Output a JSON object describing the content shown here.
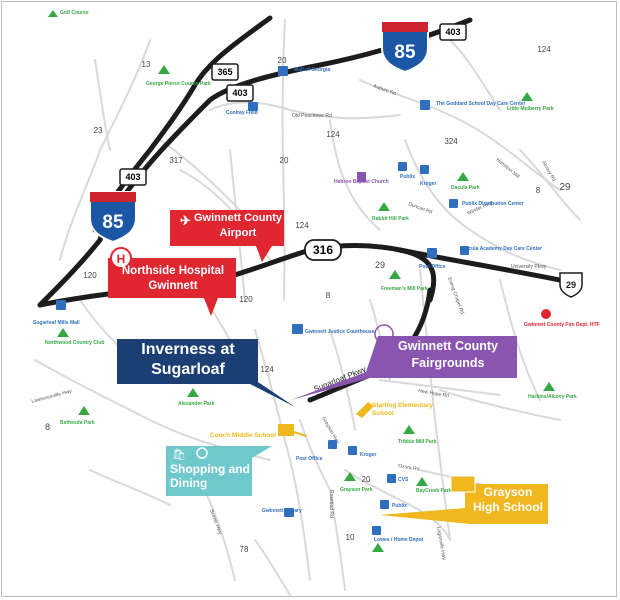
{
  "highways": {
    "i85_top": {
      "label": "85"
    },
    "i85_left": {
      "label": "85"
    },
    "us29": {
      "label": "29"
    },
    "shields": [
      {
        "id": "403-top",
        "label": "403"
      },
      {
        "id": "365",
        "label": "365"
      },
      {
        "id": "403-mid",
        "label": "403"
      },
      {
        "id": "403-left",
        "label": "403"
      },
      {
        "id": "316",
        "label": "316"
      }
    ]
  },
  "route_numbers": [
    "13",
    "23",
    "20",
    "20",
    "124",
    "124",
    "124",
    "317",
    "8",
    "8",
    "29",
    "120",
    "120",
    "20",
    "10",
    "78",
    "324",
    "124"
  ],
  "street_labels": [
    "Old Peachtree Rd",
    "Auburn Rd",
    "Hamilton Mill",
    "Sugarloaf Pkwy",
    "University Pkwy",
    "Ewing Chapel Rd",
    "New Hope Rd",
    "Lawrenceville Hwy",
    "Scenic Hwy",
    "Grayson Hwy",
    "Rosebud Rd",
    "Loganville Hwy",
    "Ozora Rd",
    "Winder Hwy",
    "Alcovy Rd",
    "Duncan Rd"
  ],
  "landmarks": {
    "golf_course": "Golf Course",
    "george_pierce": "George Pierce County Park",
    "mall_of_georgia": "Mall of Georgia",
    "coolray_field": "Coolray Field",
    "goddard": "The Goddard School Day Care Center",
    "little_mulberry": "Little Mulberry Park",
    "hebron_church": "Hebron Baptist Church",
    "publix_top": "Publix",
    "kroger_top": "Kroger",
    "dacula_park": "Dacula Park",
    "publix_distribution": "Publix Distribution Center",
    "rabbit_hill": "Rabbit Hill Park",
    "post_office_top": "Post Office",
    "dacula_academy": "Dacula Academy Day Care Center",
    "freemans_mill": "Freeman's Mill Park",
    "sugarloaf_mills": "Sugarloaf Mills Mall",
    "northwood": "Northwood Country Club",
    "justice_courthouse": "Gwinnett Justice Courthouse",
    "fire_dept": "Gwinnett County Fire Dept. HTF",
    "harbins": "Harbins/Alcovy Park",
    "alexander_park": "Alexander Park",
    "bethesda_park": "Bethesda Park",
    "tribble_mill": "Tribble Mill Park",
    "post_office_mid": "Post Office",
    "kroger_mid": "Kroger",
    "cvs": "CVS",
    "baycreek": "BayCreek Park",
    "grayson_park": "Grayson Park",
    "publix_bottom": "Publix",
    "gwinnett_library": "Gwinnett Library",
    "lowes": "Lowes / Home Depot"
  },
  "callouts": {
    "airport": "Gwinnett County Airport",
    "hospital": "Northside Hospital Gwinnett",
    "inverness": "Inverness at Sugarloaf",
    "fairgrounds": "Gwinnett County Fairgrounds",
    "starling": "Starling Elementary School",
    "couch": "Couch Middle School",
    "shopping": "Shopping and Dining",
    "grayson_hs": "Grayson High School"
  },
  "colors": {
    "road_major": "#1c1c1c",
    "road_minor": "#d9d9d9",
    "airport_red": "#e02631",
    "inverness_navy": "#1b3f73",
    "fairgrounds_purple": "#8a55b0",
    "school_gold": "#f0b81e",
    "shopping_teal": "#6fc9cc",
    "park_green": "#35a843",
    "poi_blue": "#2f6fbe",
    "interstate_blue": "#1c57a5",
    "interstate_red": "#cf2330"
  }
}
